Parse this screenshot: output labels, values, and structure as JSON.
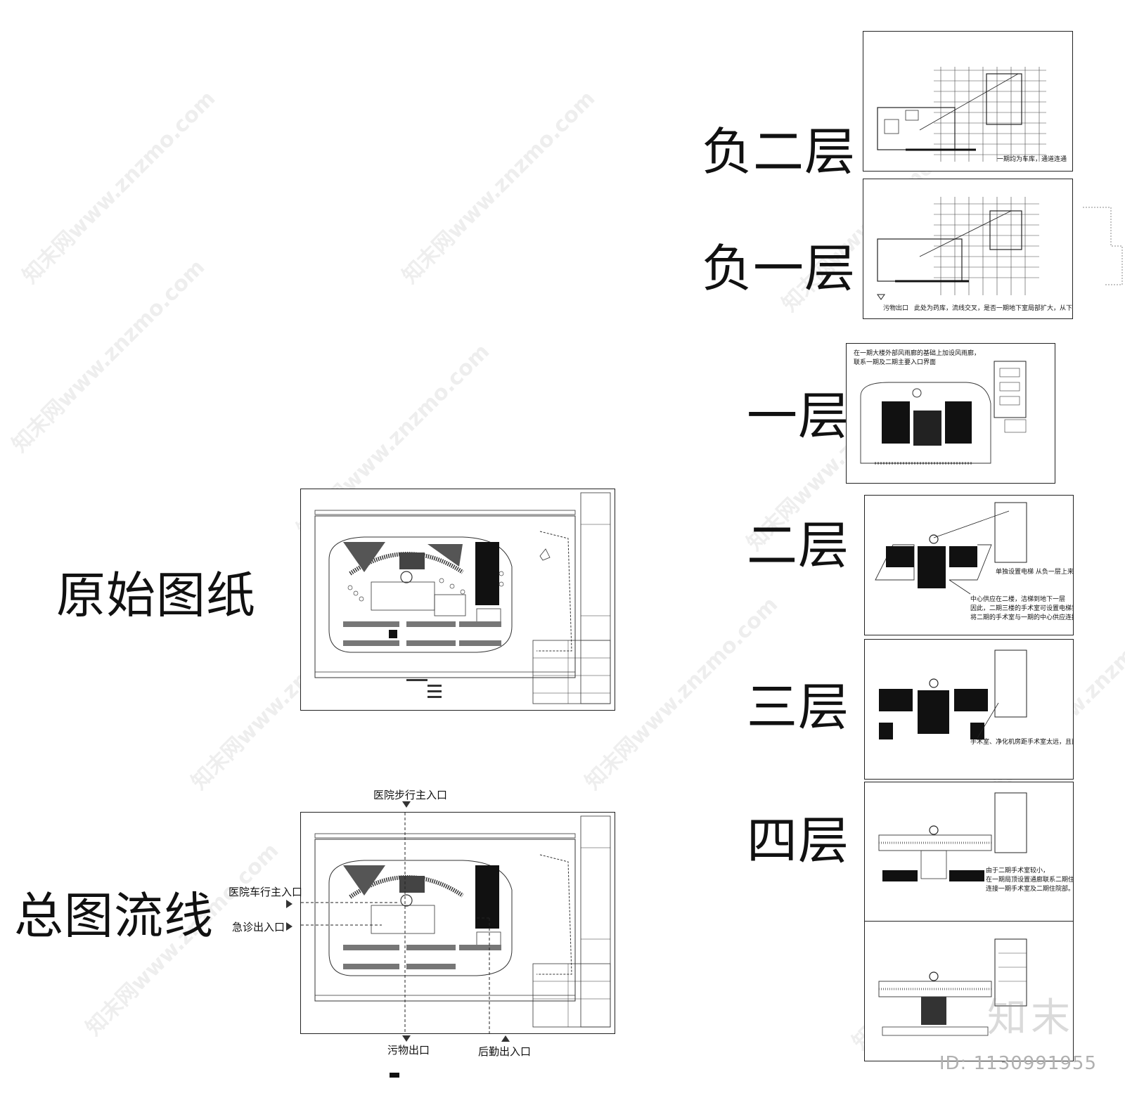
{
  "labels": {
    "original": "原始图纸",
    "flow": "总图流线",
    "b2": "负二层",
    "b1": "负一层",
    "f1": "一层",
    "f2": "二层",
    "f3": "三层",
    "f4": "四层"
  },
  "flow_labels": {
    "pedestrian": "医院步行主入口",
    "vehicle": "医院车行主入口",
    "emergency": "急诊出入口",
    "waste": "污物出口",
    "logistics": "后勤出入口"
  },
  "notes": {
    "b2": "一期均为车库，通道连通",
    "b1_exit": "污物出口",
    "b1": "此处为药库，流线交叉，是否一期地下室局部扩大，从下面走",
    "f1_line1": "在一期大楼外部风雨廊的基础上加设风雨廊，",
    "f1_line2": "联系一期及二期主要入口界面",
    "f2_side": "单独设置电梯 从负一层上来",
    "f2_line1": "中心供应在二楼，洁梯到地下一层",
    "f2_line2": "因此，二期三楼的手术室可设置电梯到地下室，",
    "f2_line3": "将二期的手术室与一期的中心供应连接起来",
    "f3": "手术室、净化机房距手术室太远，且面积小",
    "f4_line1": "由于二期手术室较小，",
    "f4_line2": "在一期局顶设置通廊联系二期住院部，",
    "f4_line3": "连接一期手术室及二期住院部。"
  },
  "watermark": "知末网www.znzmo.com",
  "brand": "知末",
  "id_text": "ID: 1130991955"
}
